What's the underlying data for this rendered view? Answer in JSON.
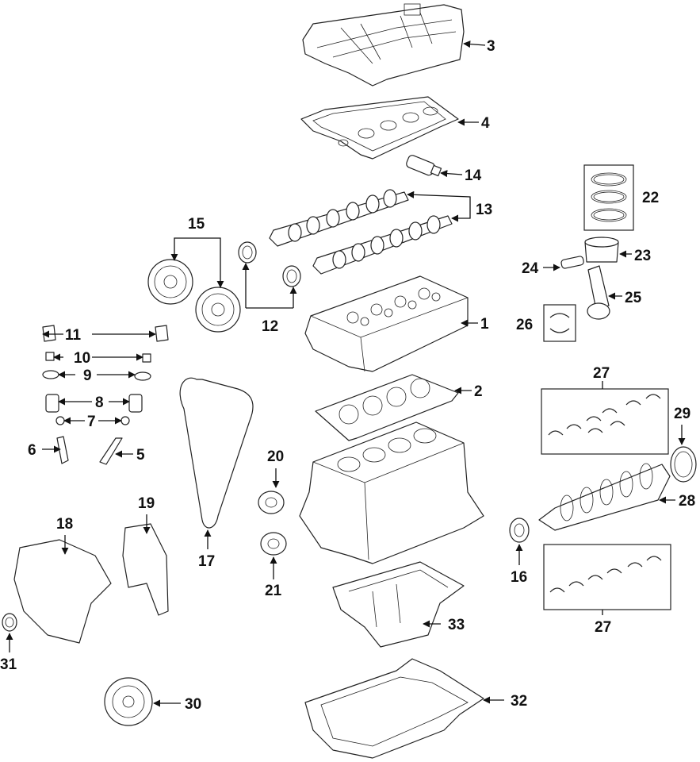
{
  "callouts": {
    "c1": "1",
    "c2": "2",
    "c3": "3",
    "c4": "4",
    "c5": "5",
    "c6": "6",
    "c7": "7",
    "c8": "8",
    "c9": "9",
    "c10": "10",
    "c11": "11",
    "c12": "12",
    "c13": "13",
    "c14": "14",
    "c15": "15",
    "c16": "16",
    "c17": "17",
    "c18": "18",
    "c19": "19",
    "c20": "20",
    "c21": "21",
    "c22": "22",
    "c23": "23",
    "c24": "24",
    "c25": "25",
    "c26": "26",
    "c27a": "27",
    "c27b": "27",
    "c28": "28",
    "c29": "29",
    "c30": "30",
    "c31": "31",
    "c32": "32",
    "c33": "33"
  },
  "colors": {
    "line": "#222222",
    "background": "#ffffff",
    "label": "#111111"
  }
}
